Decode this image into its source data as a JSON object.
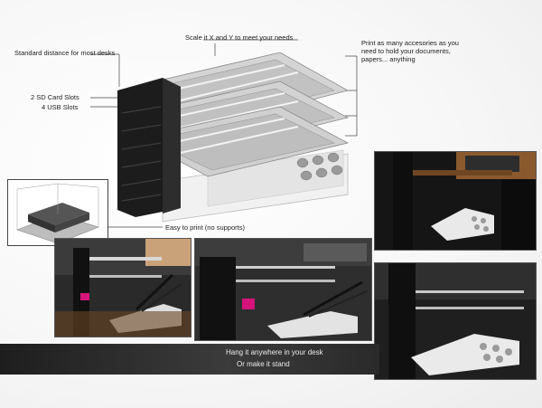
{
  "labels": {
    "scale": "Scale it X and Y to meet your needs",
    "standard_distance": "Standard distance for most desks",
    "print_accessories_1": "Print as many accesories as you",
    "print_accessories_2": "need to hold your documents,",
    "print_accessories_3": "papers... anything",
    "sd_slots": "2 SD Card Slots",
    "usb_slots": "4 USB Slots",
    "easy_print": "Easy to print (no supports)",
    "hang_desk": "Hang it anywhere in your desk",
    "make_stand": "Or make it stand"
  },
  "colors": {
    "organizer_black": "#1c1c1c",
    "tray_gray": "#c9c9c9",
    "accessory_white": "#eeeeee",
    "wood": "#8a5a2e",
    "bar_dark": "#2a2a2a"
  }
}
